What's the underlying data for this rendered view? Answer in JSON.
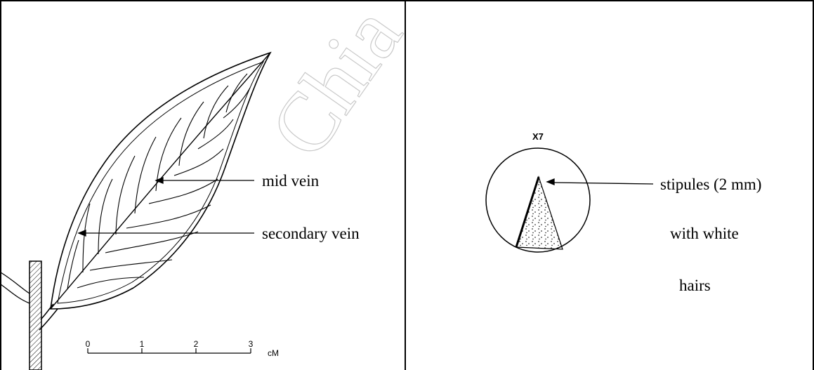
{
  "left_panel": {
    "labels": {
      "mid_vein": "mid vein",
      "secondary_vein": "secondary vein"
    },
    "scale_bar": {
      "ticks": [
        "0",
        "1",
        "2",
        "3"
      ],
      "unit": "cM"
    }
  },
  "right_panel": {
    "magnification": "X7",
    "labels": {
      "stipules": "stipules (2 mm)",
      "with_white": "with white",
      "hairs": "hairs"
    }
  },
  "watermark": "Chia",
  "colors": {
    "ink": "#000000",
    "watermark": "#c9c9c9",
    "background": "#ffffff"
  }
}
